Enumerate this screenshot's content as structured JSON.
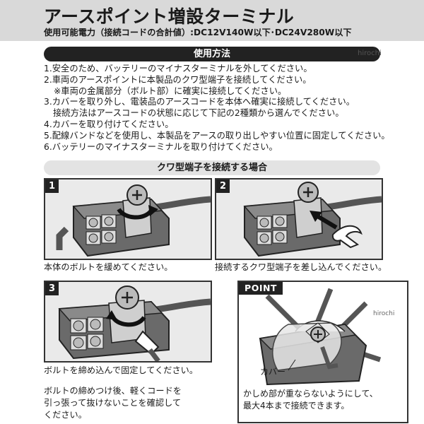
{
  "header": {
    "title": "アースポイント増設ターミナル",
    "power": "使用可能電力（接続コードの合計値）:DC12V140W以下･DC24V280W以下"
  },
  "usage": {
    "heading": "使用方法",
    "watermark": "hirochi",
    "steps": [
      "1.安全のため、バッテリーのマイナスターミナルを外してください。",
      "2.車両のアースポイントに本製品のクワ型端子を接続してください。",
      "※車両の金属部分（ボルト部）に確実に接続してください。",
      "3.カバーを取り外し、電装品のアースコードを本体へ確実に接続してください。",
      "接続方法はアースコードの状態に応じて下記の2種類から選んでください。",
      "4.カバーを取り付けてください。",
      "5.配線バンドなどを使用し、本製品をアースの取り出しやすい位置に固定してください。",
      "6.バッテリーのマイナスターミナルを取り付けてください。"
    ]
  },
  "connection": {
    "heading": "クワ型端子を接続する場合",
    "panel1": {
      "number": "1",
      "caption": "本体のボルトを緩めてください。"
    },
    "panel2": {
      "number": "2",
      "caption": "接続するクワ型端子を差し込んでください。"
    },
    "panel3": {
      "number": "3",
      "caption": "ボルトを締め込んで固定してください。"
    },
    "note": [
      "ボルトの締めつけ後、軽くコードを",
      "引っ張って抜けないことを確認して",
      "ください。"
    ],
    "point": {
      "badge": "POINT",
      "cover_label": "カバー",
      "caption": [
        "かしめ部が重ならないようにして、",
        "最大4本まで接続できます。"
      ],
      "watermark": "hirochi"
    }
  },
  "colors": {
    "header_bg": "#d9d9d9",
    "pill_bg": "#e3e3e3",
    "dark": "#222222",
    "panel_bg": "#eaeaea"
  }
}
